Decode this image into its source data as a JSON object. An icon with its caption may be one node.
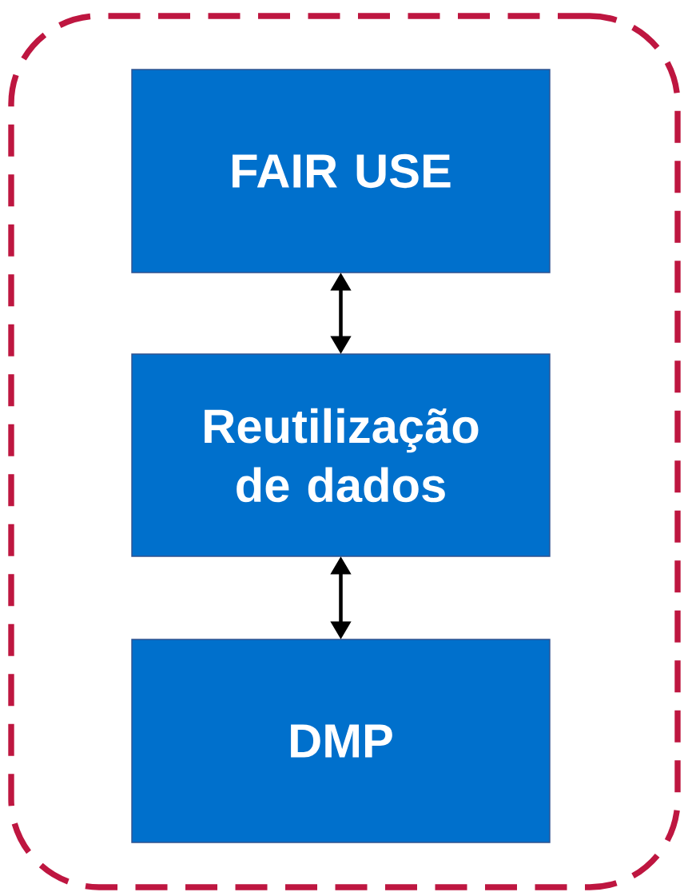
{
  "diagram": {
    "nodes": [
      {
        "text": [],
        "shape": "box"
      },
      {
        "text": [
          "FAIR USE"
        ],
        "in": 0
      },
      {
        "text": [
          "Reutilização de dados"
        ],
        "in": 0
      },
      {
        "text": [
          "DMP"
        ],
        "in": 0
      }
    ],
    "edges": [
      {
        "from": 1,
        "to": 2,
        "arrow": "both"
      },
      {
        "from": 2,
        "to": 3,
        "arrow": "both"
      }
    ]
  }
}
